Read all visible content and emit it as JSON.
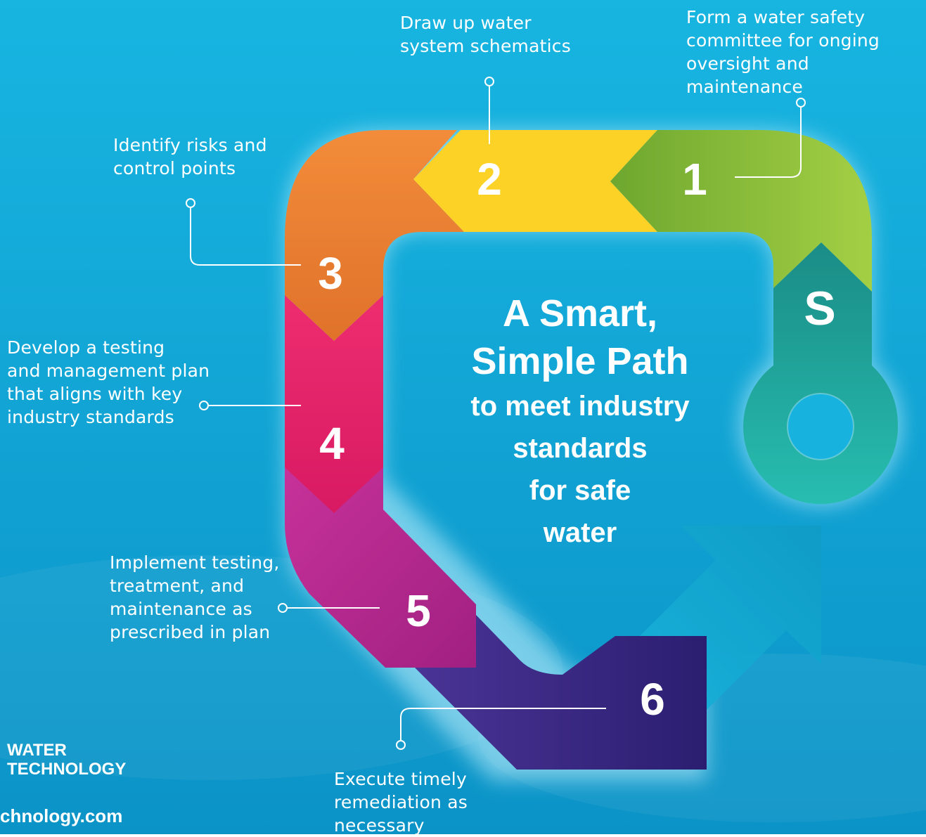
{
  "colors": {
    "bg_top": "#19b6e0",
    "bg_bottom": "#0a8fc4",
    "step_s": "#1f9a8c",
    "step_1": "#8cc63f",
    "step_2": "#fcd226",
    "step_3": "#f18a33",
    "step_4": "#ec2a71",
    "step_5": "#b6288c",
    "step_6": "#3b2b8c",
    "arrow": "#0ea7cf"
  },
  "center": {
    "line1": "A Smart,",
    "line2": "Simple Path",
    "line3": "to meet industry",
    "line4": "standards",
    "line5": "for safe",
    "line6": "water"
  },
  "steps": [
    {
      "number": "S",
      "icon": "key-icon"
    },
    {
      "number": "1",
      "text": [
        "Form a water safety",
        "committee for onging",
        "oversight and maintenance"
      ]
    },
    {
      "number": "2",
      "text": [
        "Draw up water",
        "system schematics"
      ]
    },
    {
      "number": "3",
      "text": [
        "Identify risks and",
        "control points"
      ]
    },
    {
      "number": "4",
      "text": [
        "Develop a testing",
        "and management plan",
        "that aligns with key",
        "industry standards"
      ]
    },
    {
      "number": "5",
      "text": [
        "Implement testing,",
        "treatment, and",
        "maintenance as",
        "prescribed in plan"
      ]
    },
    {
      "number": "6",
      "text": [
        "Execute timely",
        "remediation as",
        "necessary"
      ]
    }
  ],
  "brand": {
    "line1": "WATER",
    "line2": "TECHNOLOGY",
    "url": "chnology.com"
  }
}
